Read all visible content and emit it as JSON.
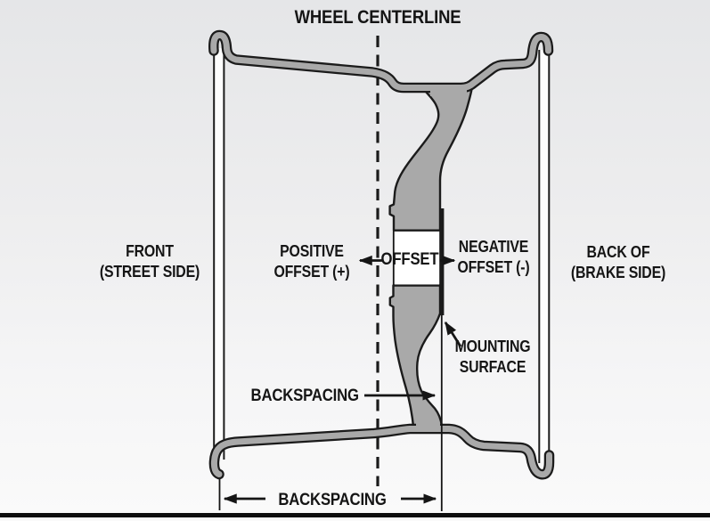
{
  "diagram": {
    "title": "WHEEL CENTERLINE",
    "labels": {
      "front_line1": "FRONT",
      "front_line2": "(STREET SIDE)",
      "positive_line1": "POSITIVE",
      "positive_line2": "OFFSET (+)",
      "offset": "OFFSET",
      "negative_line1": "NEGATIVE",
      "negative_line2": "OFFSET (-)",
      "back_line1": "BACK OF",
      "back_line2": "(BRAKE SIDE)",
      "mounting_line1": "MOUNTING",
      "mounting_line2": "SURFACE",
      "backspacing_mid": "BACKSPACING",
      "backspacing_bottom": "BACKSPACING"
    },
    "colors": {
      "background_top": "#e5e6e8",
      "background_bottom": "#fafafa",
      "metal_fill": "#a9a9a9",
      "outline": "#1b1b1b",
      "line": "#151515",
      "text": "#151515",
      "bore_fill": "#ffffff",
      "wall_fill": "#fdfdfd",
      "bottom_bar": "#0e0e0e"
    }
  }
}
